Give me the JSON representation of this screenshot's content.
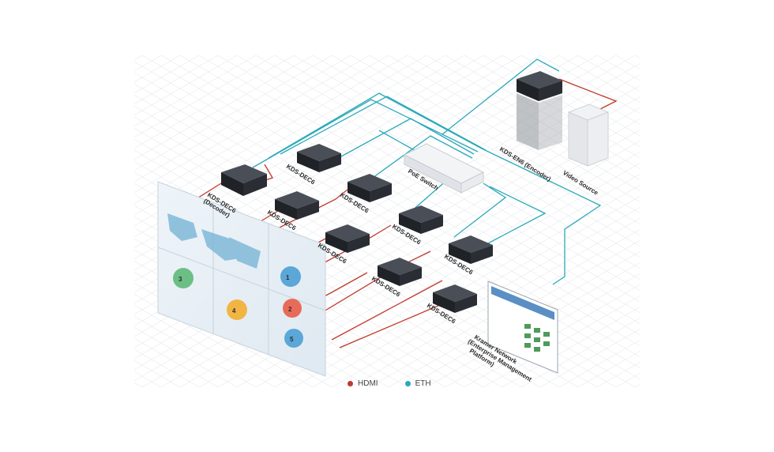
{
  "labels": {
    "decoder_main": [
      "KDS-DEC6",
      "(Decoder)"
    ],
    "dec6": "KDS-DEC6",
    "switch": "PoE Switch",
    "encoder": "KDS-EN6 (Encoder)",
    "source": "Video Source",
    "platform": [
      "Kramer Network",
      "(Enterprise Management",
      "Platform)"
    ]
  },
  "legend": {
    "hdmi": {
      "label": "HDMI",
      "color": "#c0392b"
    },
    "eth": {
      "label": "ETH",
      "color": "#2aa9b8"
    }
  },
  "wall_tiles": [
    "3",
    "4",
    "1",
    "2",
    "5"
  ],
  "colors": {
    "device": "#2a2d33",
    "screen_blue": "#7fb8d8",
    "grid": "#e8ebef"
  }
}
